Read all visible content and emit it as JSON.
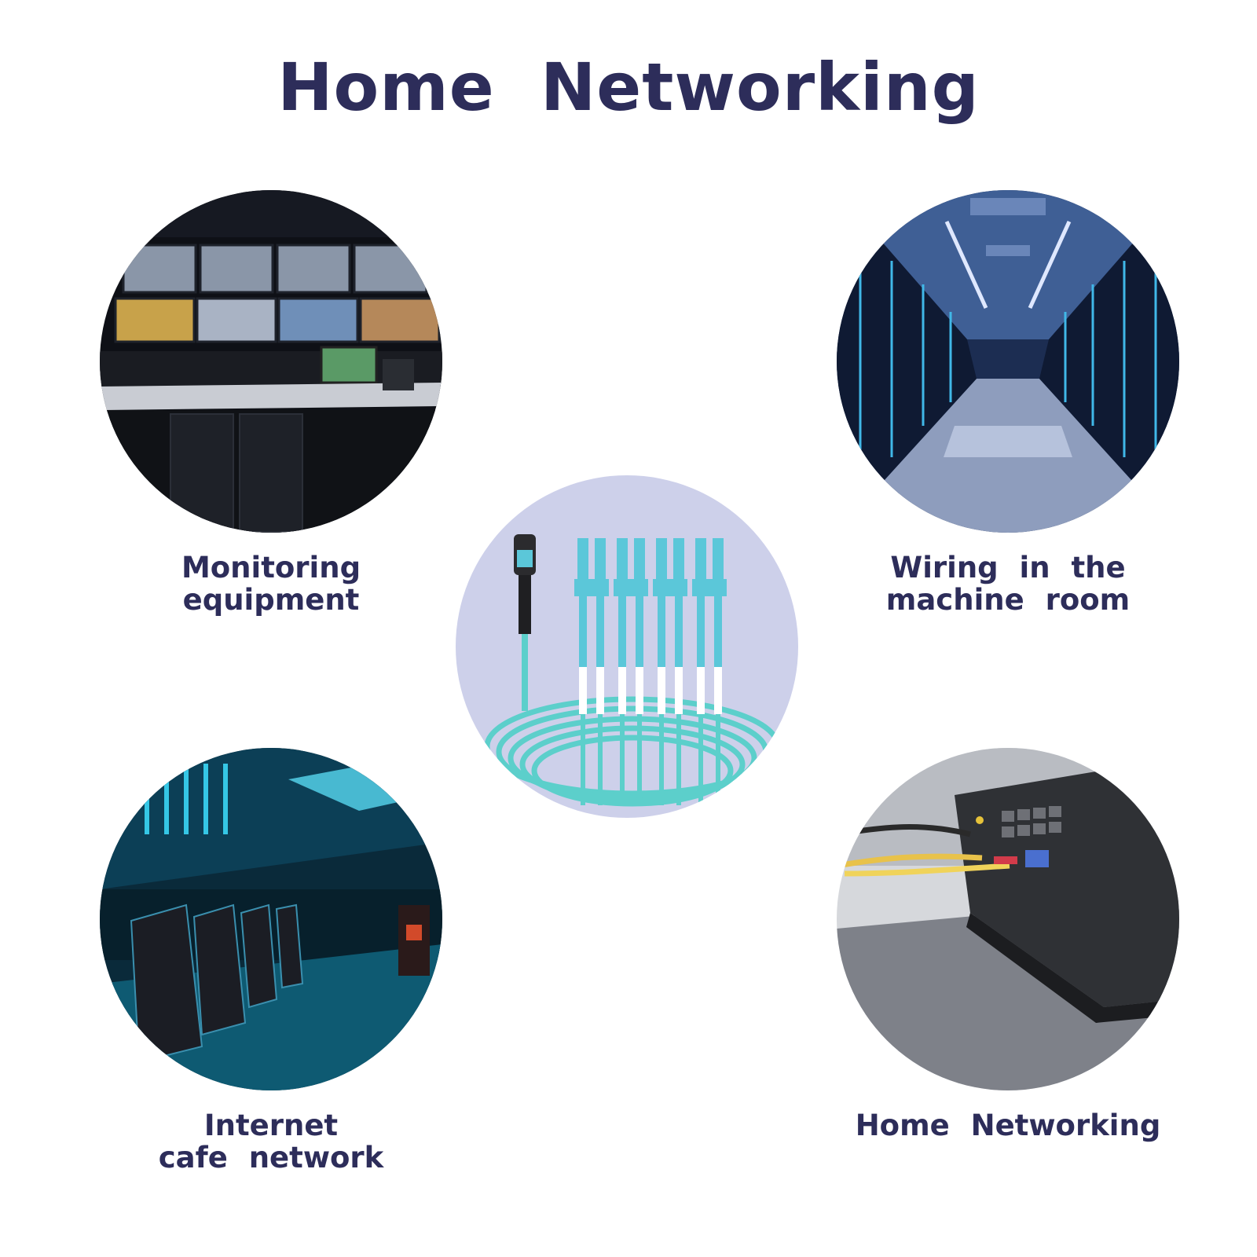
{
  "colors": {
    "text": "#2d2d5a",
    "fiber_aqua": "#54d2d0",
    "connector_aqua": "#5bc7d9",
    "center_bg": "#cdd0ea"
  },
  "title": "Home Networking",
  "scenes": {
    "monitoring": {
      "line1": "Monitoring",
      "line2": "equipment"
    },
    "server_room": {
      "line1": "Wiring in the",
      "line2": "machine room"
    },
    "internet_cafe": {
      "line1": "Internet",
      "line2": "cafe network"
    },
    "home": {
      "line1": "Home Networking"
    }
  }
}
